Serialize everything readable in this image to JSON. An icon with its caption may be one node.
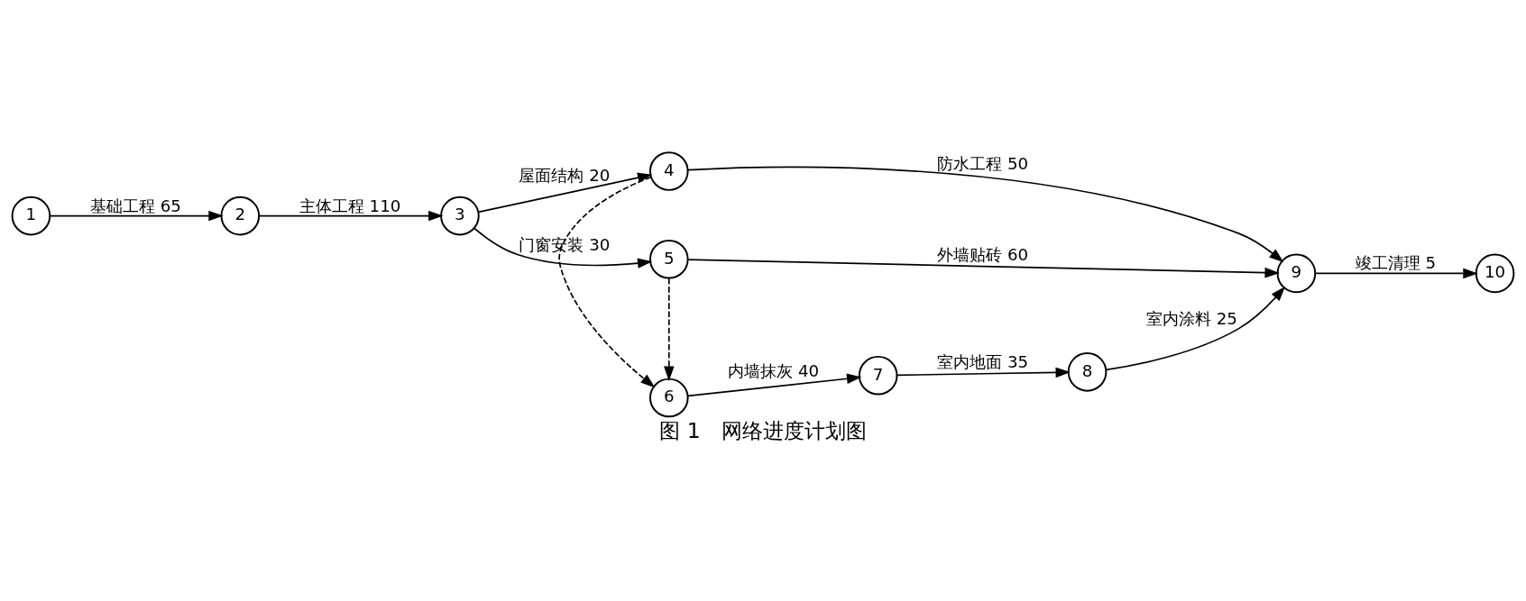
{
  "diagram": {
    "caption": "图 1　网络进度计划图",
    "nodes": [
      {
        "text": [
          "1"
        ]
      },
      {
        "text": [
          "2"
        ]
      },
      {
        "text": [
          "3"
        ]
      },
      {
        "text": [
          "4"
        ]
      },
      {
        "text": [
          "5"
        ]
      },
      {
        "text": [
          "6"
        ]
      },
      {
        "text": [
          "7"
        ]
      },
      {
        "text": [
          "8"
        ]
      },
      {
        "text": [
          "9"
        ]
      },
      {
        "text": [
          "10"
        ]
      }
    ],
    "edges": [
      {
        "from": 0,
        "to": 1,
        "arrow": "to",
        "label": "基础工程 65"
      },
      {
        "from": 1,
        "to": 2,
        "arrow": "to",
        "label": "主体工程 110"
      },
      {
        "from": 2,
        "to": 3,
        "arrow": "to",
        "label": "屋面结构 20"
      },
      {
        "from": 2,
        "to": 4,
        "arrow": "to",
        "label": "门窗安装 30"
      },
      {
        "from": 3,
        "to": 8,
        "arrow": "to",
        "label": "防水工程 50"
      },
      {
        "from": 3,
        "to": 5,
        "arrow": "to",
        "style": "dashed"
      },
      {
        "from": 4,
        "to": 5,
        "arrow": "to",
        "style": "dashed"
      },
      {
        "from": 5,
        "to": 6,
        "arrow": "to",
        "label": "内墙抹灰 40"
      },
      {
        "from": 6,
        "to": 7,
        "arrow": "to",
        "label": "室内地面 35"
      },
      {
        "from": 7,
        "to": 8,
        "arrow": "to",
        "label": "室内涂料 25"
      },
      {
        "from": 4,
        "to": 8,
        "arrow": "to",
        "label": "外墙贴砖 60"
      },
      {
        "from": 8,
        "to": 9,
        "arrow": "to",
        "label": "竣工清理 5"
      }
    ]
  }
}
